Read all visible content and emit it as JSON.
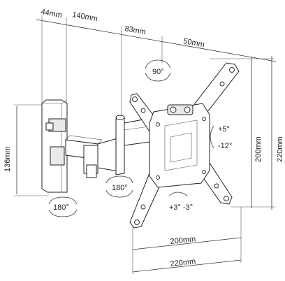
{
  "dimensions": {
    "wall_plate_depth": "44mm",
    "arm_first": "140mm",
    "arm_second": "83mm",
    "plate_offset": "50mm",
    "wall_plate_height": "136mm",
    "vesa_inner_vertical": "200mm",
    "vesa_outer_vertical": "220mm",
    "vesa_inner_horizontal": "200mm",
    "vesa_outer_horizontal": "220mm"
  },
  "rotations": {
    "top_swivel": "90°",
    "arm_swivel": "180°",
    "wall_swivel": "180°",
    "tilt_up": "+5°",
    "tilt_down": "-12°",
    "roll": "+3° -3°"
  }
}
